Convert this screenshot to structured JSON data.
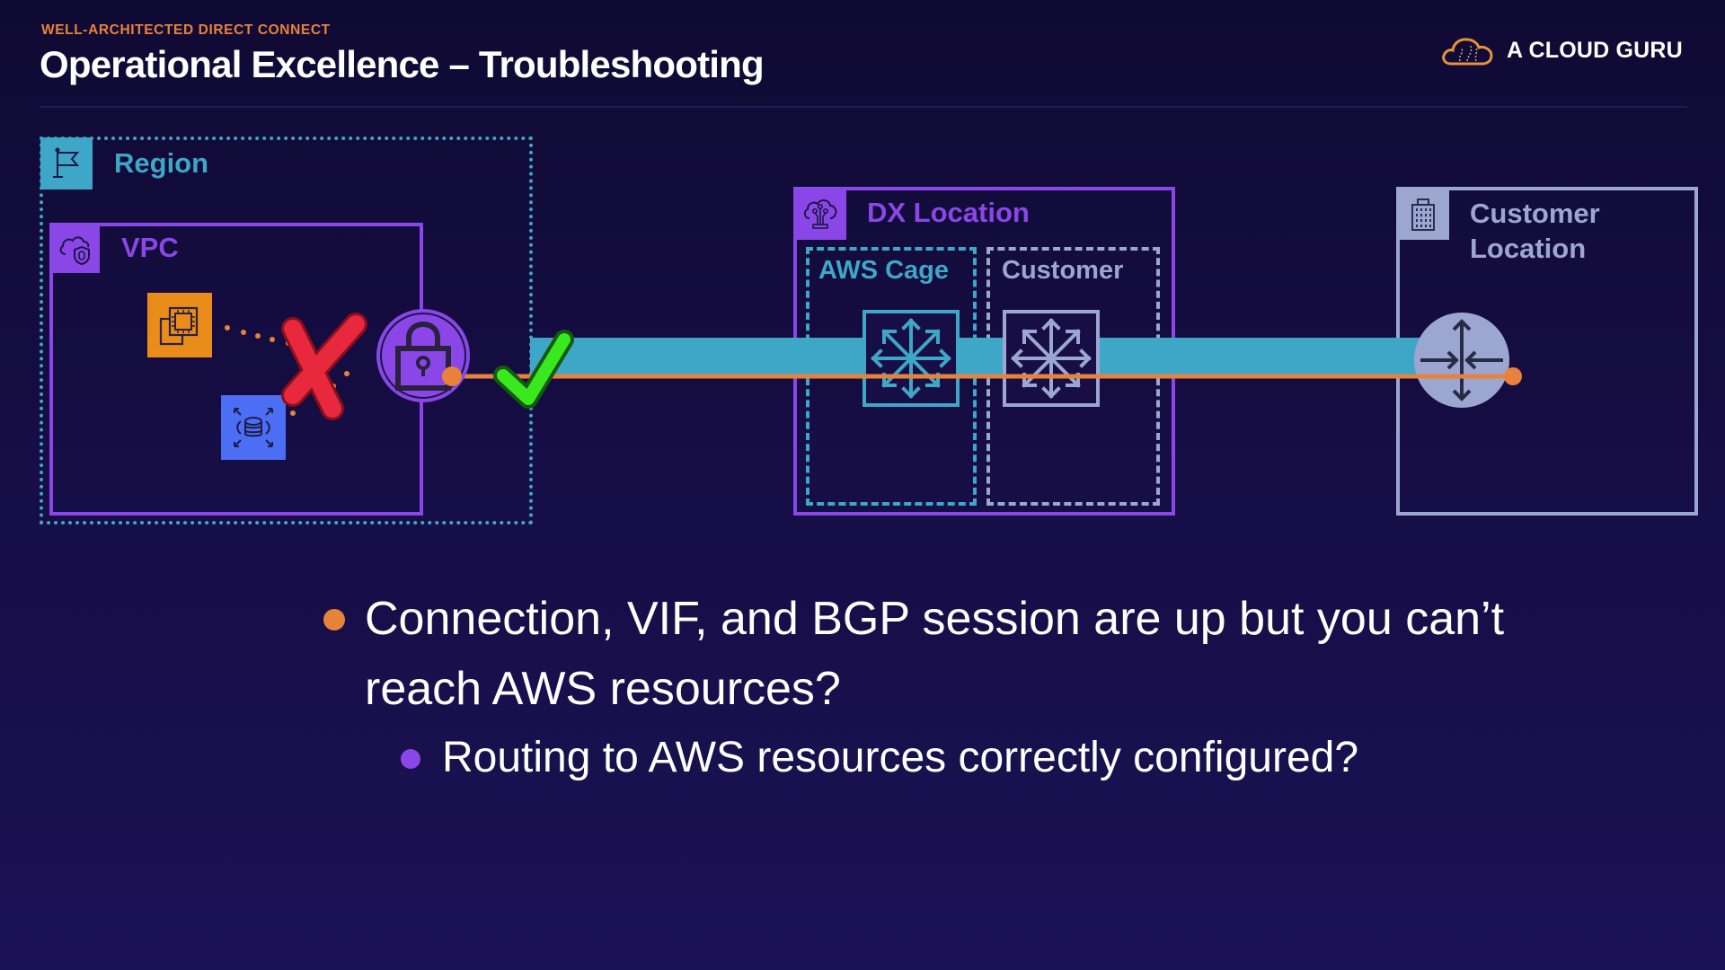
{
  "header": {
    "eyebrow": "WELL-ARCHITECTED DIRECT CONNECT",
    "title": "Operational Excellence – Troubleshooting",
    "brand": "A CLOUD GURU"
  },
  "diagram": {
    "region": {
      "label": "Region",
      "icon": "flag-icon"
    },
    "vpc": {
      "label": "VPC",
      "icon": "cloud-shield-icon"
    },
    "resources": [
      {
        "name": "EC2 instance",
        "icon": "ec2-chip-icon",
        "color": "#e98c1a"
      },
      {
        "name": "RDS database",
        "icon": "database-icon",
        "color": "#4c6ef5"
      }
    ],
    "gateway": {
      "name": "Virtual private gateway",
      "icon": "lock-icon"
    },
    "dx_location": {
      "label": "DX Location",
      "icon": "cloud-antenna-icon",
      "aws_cage": "AWS Cage",
      "customer_cage": "Customer"
    },
    "customer_location": {
      "label": "Customer Location",
      "icon": "building-icon",
      "router_icon": "router-icon"
    },
    "status": {
      "vpc_internal": "fail",
      "dx_connection": "ok"
    },
    "colors": {
      "region": "#3ea6c7",
      "vpc": "#8a46e6",
      "customer": "#9ba7d0",
      "link": "#3ea6c7",
      "path": "#e8823a",
      "fail": "#e8283c",
      "ok": "#39e81f"
    }
  },
  "bullets": [
    {
      "text": "Connection, VIF, and BGP session are up but you can’t reach AWS resources?",
      "children": [
        {
          "text": "Routing to AWS resources correctly configured?"
        }
      ]
    }
  ]
}
